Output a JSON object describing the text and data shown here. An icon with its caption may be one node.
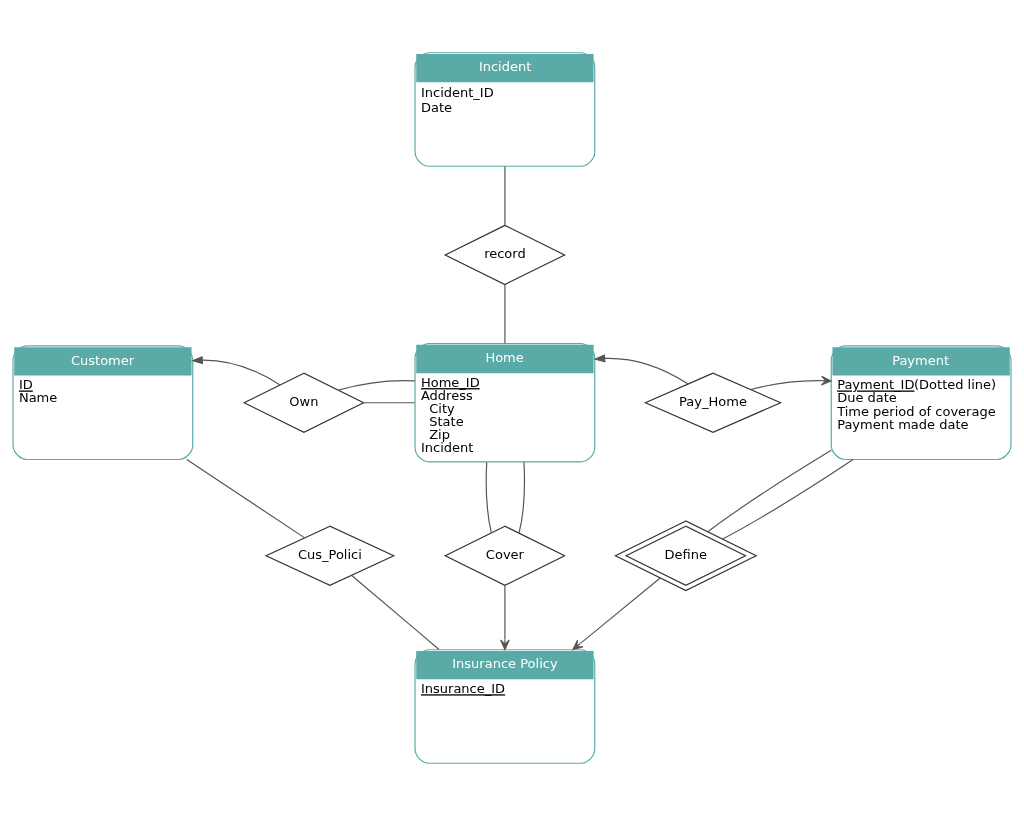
{
  "diagram": {
    "nodes": [
      {
        "text": [
          "Incident",
          "Incident_ID",
          "Date"
        ]
      },
      {
        "text": [
          "record"
        ]
      },
      {
        "text": [
          "Customer",
          "ID",
          "Name"
        ]
      },
      {
        "text": [
          "Own"
        ]
      },
      {
        "text": [
          "Home",
          "Home_ID",
          "Address",
          "City",
          "State",
          "Zip",
          "Incident"
        ]
      },
      {
        "text": [
          "Pay_Home"
        ]
      },
      {
        "text": [
          "Payment",
          "Payment_ID",
          "(Dotted line)",
          "Due date",
          "Time period of coverage",
          "Payment made date"
        ]
      },
      {
        "text": [
          "Cus_Polici"
        ]
      },
      {
        "text": [
          "Cover"
        ]
      },
      {
        "text": [
          "Define"
        ]
      },
      {
        "text": [
          "Insurance Policy",
          "Insurance_ID"
        ]
      }
    ],
    "edges": [
      {
        "from": 0,
        "to": 1,
        "arrow": "none"
      },
      {
        "from": 1,
        "to": 4,
        "arrow": "none"
      },
      {
        "from": 3,
        "to": 2,
        "arrow": "to"
      },
      {
        "from": 4,
        "to": 3,
        "arrow": "none"
      },
      {
        "from": 4,
        "to": 3,
        "arrow": "none"
      },
      {
        "from": 5,
        "to": 4,
        "arrow": "to"
      },
      {
        "from": 5,
        "to": 6,
        "arrow": "to"
      },
      {
        "from": 2,
        "to": 7,
        "arrow": "none"
      },
      {
        "from": 7,
        "to": 10,
        "arrow": "none"
      },
      {
        "from": 4,
        "to": 8,
        "arrow": "none"
      },
      {
        "from": 4,
        "to": 8,
        "arrow": "none"
      },
      {
        "from": 8,
        "to": 10,
        "arrow": "to"
      },
      {
        "from": 6,
        "to": 9,
        "arrow": "none"
      },
      {
        "from": 6,
        "to": 9,
        "arrow": "none"
      },
      {
        "from": 9,
        "to": 10,
        "arrow": "to"
      }
    ]
  }
}
